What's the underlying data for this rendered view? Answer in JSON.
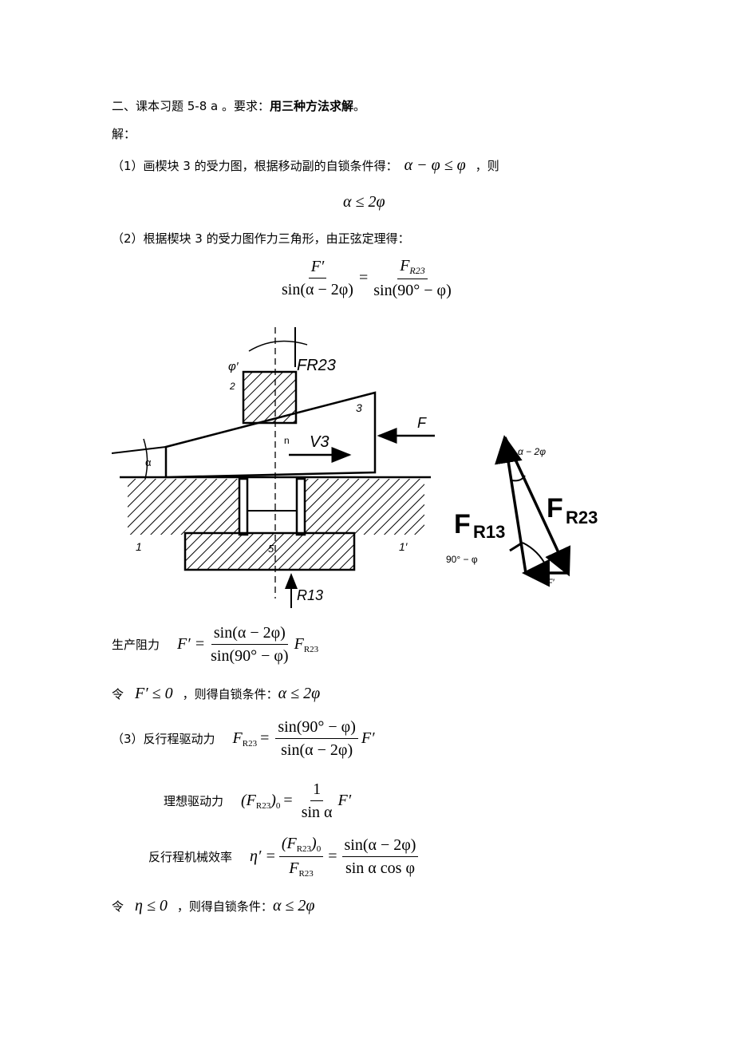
{
  "heading": {
    "prefix": "二、课本习题 5-8 a 。要求：",
    "emphasis": "用三种方法求解",
    "suffix": "。"
  },
  "solution_label": "解：",
  "step1": {
    "text": "（1）画楔块 3 的受力图，根据移动副的自锁条件得：",
    "condition": "α − φ ≤ φ",
    "then": "，则",
    "result": "α ≤ 2φ"
  },
  "step2": {
    "text": "（2）根据楔块 3 的受力图作力三角形，由正弦定理得："
  },
  "eq_sine": {
    "lhs_num": "F′",
    "lhs_den": "sin(α − 2φ)",
    "rhs_num_main": "F",
    "rhs_num_sub": "R23",
    "rhs_den": "sin(90° − φ)"
  },
  "figure": {
    "labels": {
      "alpha_left": "α",
      "block3": "3",
      "block2": "2",
      "force_F": "F",
      "velocity": "V3",
      "n": "n",
      "phi": "φ′",
      "fr23_hand": "FR23",
      "fr13_hand": "R13",
      "ground_left": "1",
      "ground_right": "1′",
      "ground_mid": "5"
    },
    "triangle": {
      "top_angle": "α − 2φ",
      "bottom_angle": "90° − φ",
      "fr13_main": "F",
      "fr13_sub": "R13",
      "fr23_main": "F",
      "fr23_sub": "R23",
      "f_prime": "F′"
    }
  },
  "production_resistance": {
    "label": "生产阻力",
    "lhs": "F′ =",
    "num": "sin(α − 2φ)",
    "den": "sin(90° − φ)",
    "tail_main": "F",
    "tail_sub": "R23"
  },
  "let1": {
    "prefix": "令",
    "cond": "F′ ≤ 0",
    "mid": "，则得自锁条件：",
    "result": "α ≤ 2φ"
  },
  "step3": {
    "label": "（3）反行程驱动力",
    "lhs_main": "F",
    "lhs_sub": "R23",
    "num": "sin(90° − φ)",
    "den": "sin(α − 2φ)",
    "tail": "F′"
  },
  "ideal": {
    "label": "理想驱动力",
    "lhs_main": "(F",
    "lhs_sub": "R23",
    "lhs_close": ")",
    "lhs_sub0": "0",
    "num": "1",
    "den": "sin α",
    "tail": "F′"
  },
  "efficiency": {
    "label": "反行程机械效率",
    "lhs": "η′ =",
    "num_main": "(F",
    "num_sub": "R23",
    "num_close": ")",
    "num_sub0": "0",
    "den_main": "F",
    "den_sub": "R23",
    "rhs_num": "sin(α − 2φ)",
    "rhs_den": "sin α cos φ"
  },
  "let2": {
    "prefix": "令",
    "cond": "η ≤ 0",
    "mid": "，则得自锁条件：",
    "result": "α ≤ 2φ"
  }
}
